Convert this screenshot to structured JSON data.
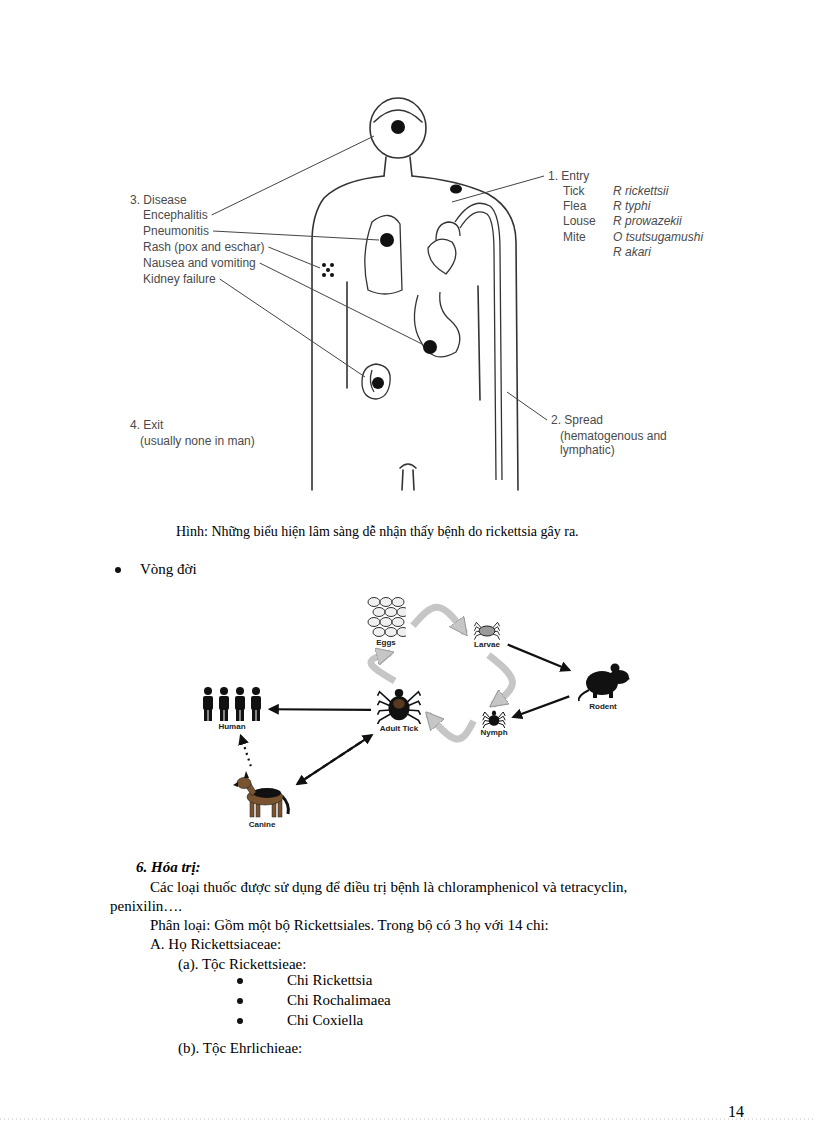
{
  "diagram": {
    "caption": "Hình: Những biểu hiện lâm sàng dễ nhận thấy bệnh do rickettsia gây ra.",
    "nodes": [
      {
        "text": [
          "Eggs"
        ]
      },
      {
        "text": [
          "Larvae"
        ]
      },
      {
        "text": [
          "Rodent"
        ]
      },
      {
        "text": [
          "Human"
        ]
      },
      {
        "text": [
          "Adult Tick"
        ]
      },
      {
        "text": [
          "Nymph"
        ]
      },
      {
        "text": [
          "Canine"
        ]
      }
    ],
    "edges": [
      {
        "from": 0,
        "to": 1,
        "arrow": "to"
      },
      {
        "from": 1,
        "to": 5,
        "arrow": "to"
      },
      {
        "from": 5,
        "to": 4,
        "arrow": "to"
      },
      {
        "from": 4,
        "to": 0,
        "arrow": "to"
      },
      {
        "from": 1,
        "to": 2,
        "arrow": "to"
      },
      {
        "from": 2,
        "to": 5,
        "arrow": "to"
      },
      {
        "from": 4,
        "to": 3,
        "arrow": "to"
      },
      {
        "from": 4,
        "to": 6,
        "arrow": "to"
      },
      {
        "from": 6,
        "to": 4,
        "arrow": "to"
      },
      {
        "from": 6,
        "to": 3,
        "arrow": "to"
      }
    ],
    "labels": [
      "1. Entry",
      "Tick",
      "R rickettsii",
      "Flea",
      "R typhi",
      "Louse",
      "R prowazekii",
      "Mite",
      "O tsutsugamushi",
      "R akari",
      "2. Spread",
      "(hematogenous and lymphatic)",
      "3. Disease",
      "Encephalitis",
      "Pneumonitis",
      "Rash (pox and eschar)",
      "Nausea and vomiting",
      "Kidney failure",
      "4. Exit",
      "(usually none in man)",
      "Vòng đời",
      "6. Hóa trị:",
      "Các loại thuốc được sử dụng để điều trị bệnh là chloramphenicol và tetracyclin, penixilin….",
      "Phân loại: Gồm một bộ Rickettsiales. Trong bộ có 3 họ với 14 chi:",
      "A. Họ Rickettsiaceae:",
      "(a). Tộc Rickettsieae:",
      "Chi Rickettsia",
      "Chi Rochalimaea",
      "Chi Coxiella",
      "(b). Tộc Ehrlichieae:",
      "14"
    ]
  }
}
